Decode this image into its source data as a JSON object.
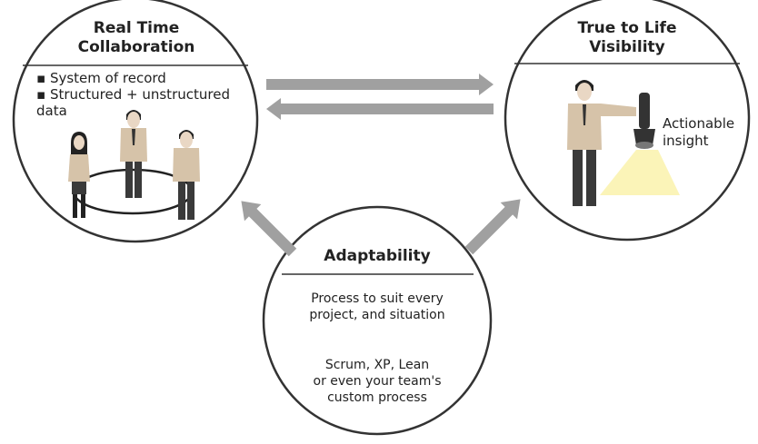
{
  "collab": {
    "title_line1": "Real Time",
    "title_line2": "Collaboration",
    "bullets": [
      "System of record",
      "Structured + unstructured"
    ],
    "bullet2_cont": "data"
  },
  "visibility": {
    "title_line1": "True to Life",
    "title_line2": "Visibility",
    "caption_line1": "Actionable",
    "caption_line2": "insight"
  },
  "adapt": {
    "title": "Adaptability",
    "para1_line1": "Process to suit every",
    "para1_line2": "project, and situation",
    "para2_line1": "Scrum, XP, Lean",
    "para2_line2": "or even your team's",
    "para2_line3": "custom process"
  },
  "colors": {
    "arrow": "#a0a0a0",
    "outline": "#333333",
    "shirt": "#d6c3a9",
    "pants": "#3a3a3a",
    "light_beam": "#fbf4b8"
  }
}
